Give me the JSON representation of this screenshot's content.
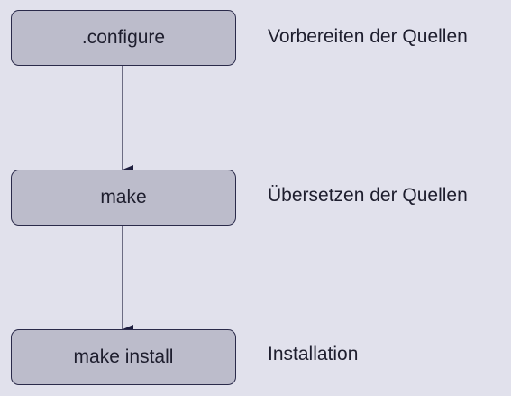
{
  "steps": [
    {
      "command": ".configure",
      "description": "Vorbereiten der Quellen"
    },
    {
      "command": "make",
      "description": "Übersetzen der Quellen"
    },
    {
      "command": "make install",
      "description": "Installation"
    }
  ],
  "colors": {
    "background": "#e1e1ec",
    "box_fill": "#bcbccb",
    "box_border": "#2a2a4a",
    "arrow": "#1e1e3e",
    "text": "#1e1e2e"
  }
}
